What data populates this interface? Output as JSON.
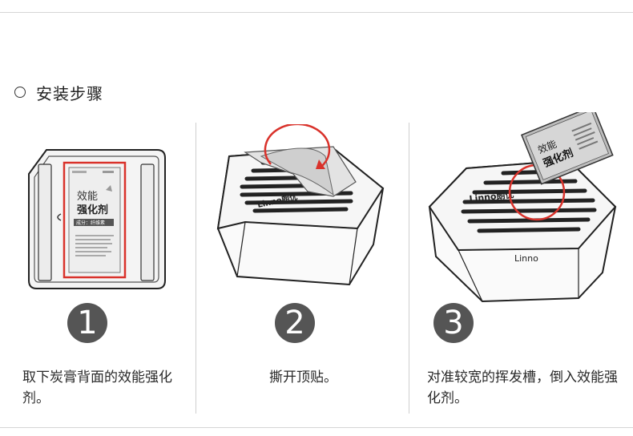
{
  "section": {
    "title": "安装步骤"
  },
  "steps": [
    {
      "number": "1",
      "caption": "取下炭膏背面的效能强化剂。",
      "card": {
        "title_line1": "效能",
        "title_line2": "强化剂",
        "tag": "成分：纤维素"
      }
    },
    {
      "number": "2",
      "caption": "撕开顶贴。",
      "brand": "Linno朗优"
    },
    {
      "number": "3",
      "caption": "对准较宽的挥发槽，倒入效能强化剂。",
      "brand": "Linno朗优",
      "brand_short": "Linno",
      "card": {
        "title_line1": "效能",
        "title_line2": "强化剂"
      }
    }
  ],
  "colors": {
    "accent_red": "#d9322b",
    "badge": "#555555",
    "line": "#333333"
  }
}
